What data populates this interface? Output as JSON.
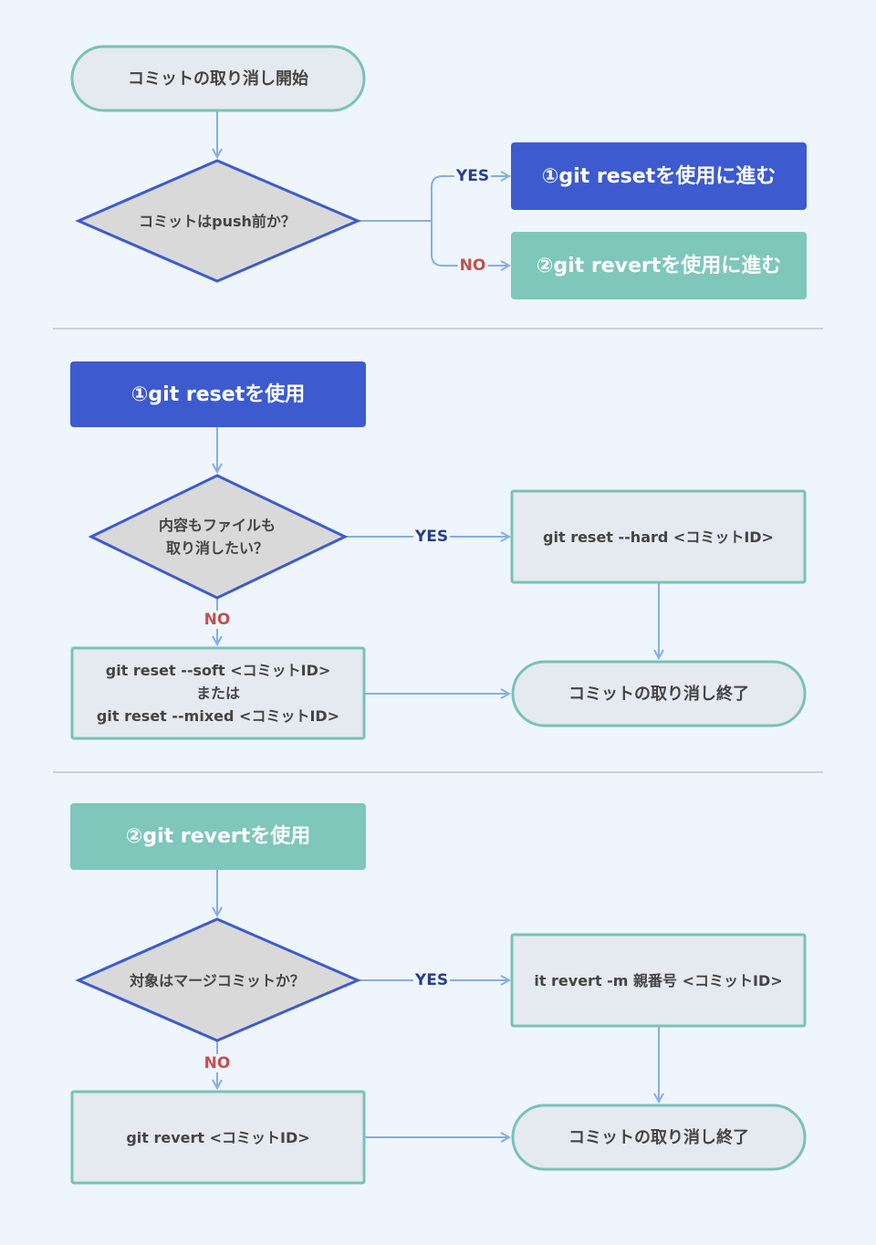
{
  "colors": {
    "background": "#eef5fd",
    "blue_box": "#3d5bce",
    "teal_box": "#7fc6bb",
    "terminal_fill": "#e5e9f0",
    "terminal_stroke": "#79c2b5",
    "diamond_fill": "#d9d9d9",
    "diamond_stroke": "#3d5bce",
    "arrow": "#86aee3",
    "yes_text": "#27408b",
    "no_text": "#c0504d",
    "divider": "#aaaaaa"
  },
  "section1": {
    "start": "コミットの取り消し開始",
    "decision": "コミットはpush前か？",
    "yes_label": "YES",
    "no_label": "NO",
    "yes_target": "①git resetを使用に進む",
    "no_target": "②git revertを使用に進む"
  },
  "section2": {
    "header": "①git resetを使用",
    "decision": "内容もファイルも\n取り消したい？",
    "yes_label": "YES",
    "no_label": "NO",
    "yes_command": "git reset --hard <コミットID>",
    "no_command": "git reset --soft <コミットID>\nまたは\ngit reset  --mixed <コミットID>",
    "end": "コミットの取り消し終了"
  },
  "section3": {
    "header": "②git revertを使用",
    "decision": "対象はマージコミットか？",
    "yes_label": "YES",
    "no_label": "NO",
    "yes_command": "it revert -m 親番号 <コミットID>",
    "no_command": "git revert <コミットID>",
    "end": "コミットの取り消し終了"
  }
}
